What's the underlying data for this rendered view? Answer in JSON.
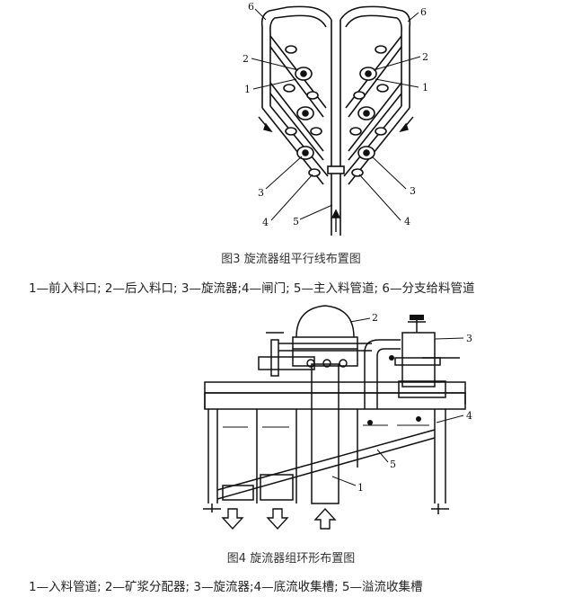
{
  "figure3": {
    "caption": "图3 旋流器组平行线布置图",
    "legend": "1—前入料口; 2—后入料口; 3—旋流器;4—闸门; 5—主入料管道; 6—分支给料管道",
    "callouts": {
      "n1": "1",
      "n2": "2",
      "n3": "3",
      "n4": "4",
      "n5": "5",
      "n6": "6"
    }
  },
  "figure4": {
    "caption": "图4 旋流器组环形布置图",
    "legend": "1—入料管道; 2—矿浆分配器; 3—旋流器;4—底流收集槽; 5—溢流收集槽",
    "callouts": {
      "n1": "1",
      "n2": "2",
      "n3": "3",
      "n4": "4",
      "n5": "5"
    }
  }
}
